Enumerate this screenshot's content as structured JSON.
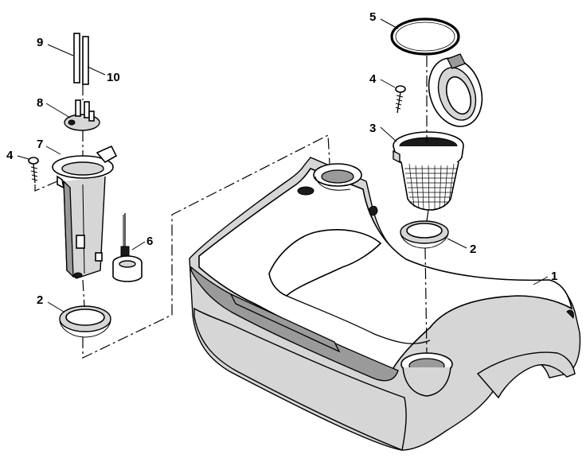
{
  "callouts": {
    "c1": "1",
    "c2_right": "2",
    "c2_left": "2",
    "c3": "3",
    "c4_right": "4",
    "c4_left": "4",
    "c5": "5",
    "c6": "6",
    "c7": "7",
    "c8": "8",
    "c9": "9",
    "c10": "10"
  }
}
